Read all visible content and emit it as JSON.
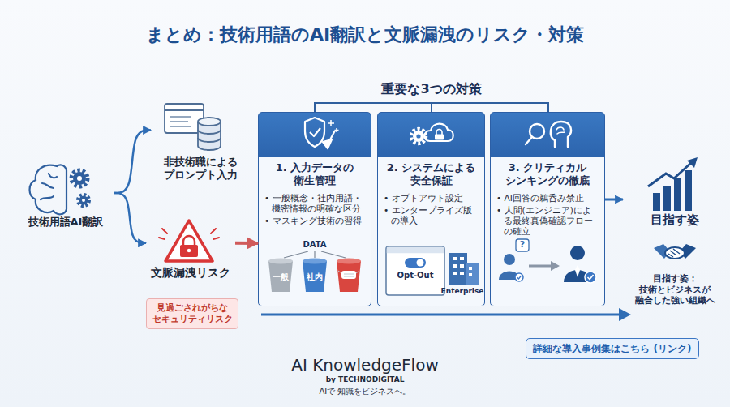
{
  "diagram": {
    "title": "まとめ：技術用語のAI翻訳と文脈漏洩のリスク・対策",
    "nodes": [
      {
        "text": [
          "技術用語AI翻訳"
        ]
      },
      {
        "text": [
          "非技術職による プロンプト入力"
        ]
      },
      {
        "text": [
          "文脈漏洩リスク"
        ]
      },
      {
        "text": [
          "見過ごされがちな セキュリティリスク"
        ]
      },
      {
        "text": [
          "1. 入力データの 衛生管理",
          "• 一般概念・社内用語・機密情報の明確な区分",
          "• マスキング技術の習得"
        ]
      },
      {
        "text": [
          "2. システムによる 安全保証",
          "• オプトアウト設定",
          "• エンタープライズ版の導入"
        ]
      },
      {
        "text": [
          "3. クリティカル シンキングの徹底",
          "• AI回答の鵜呑み禁止",
          "• 人間(エンジニア)による最終真偽確認フローの確立"
        ]
      },
      {
        "text": [
          "目指す姿",
          "目指す姿： 技術とビジネスが 融合した強い組織へ"
        ]
      },
      {
        "text": [
          "詳細な導入事例集はこちら (リンク)"
        ]
      }
    ],
    "edges": [
      {
        "from": 0,
        "to": 1,
        "arrow": "to"
      },
      {
        "from": 0,
        "to": 2,
        "arrow": "to"
      },
      {
        "from": 2,
        "to": 4,
        "arrow": "to"
      },
      {
        "from": 6,
        "to": 7,
        "arrow": "to"
      }
    ],
    "labels": [
      "重要な3つの対策",
      "DATA",
      "一般",
      "社内",
      "Opt-Out",
      "Enterprise",
      "?",
      "AI KnowledgeFlow",
      "by TECHNODIGITAL",
      "AIで 知識をビジネスへ。"
    ]
  }
}
